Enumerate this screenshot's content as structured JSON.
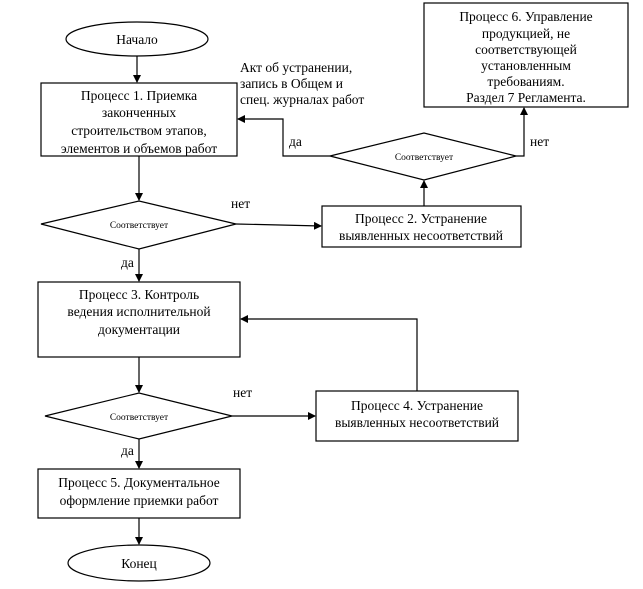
{
  "start": "Начало",
  "end": "Конец",
  "process1": [
    "Процесс 1. Приемка",
    "законченных",
    "строительством этапов,",
    "элементов и объемов работ"
  ],
  "process2": [
    "Процесс 2.  Устранение",
    "выявленных несоответствий"
  ],
  "process3": [
    "Процесс 3. Контроль",
    "ведения  исполнительной",
    "документации"
  ],
  "process4": [
    "Процесс 4. Устранение",
    "выявленных несоответствий"
  ],
  "process5": [
    "Процесс 5. Документальное",
    "оформление приемки работ"
  ],
  "process6": [
    "Процесс 6. Управление",
    "продукцией, не",
    "соответствующей",
    "установленным",
    "требованиям.",
    "Раздел 7 Регламента."
  ],
  "decision_label": "Соответствует",
  "yes": "да",
  "no": "нет",
  "act_note": [
    "Акт  об устранении,",
    "запись в  Общем и",
    "спец. журналах работ"
  ]
}
